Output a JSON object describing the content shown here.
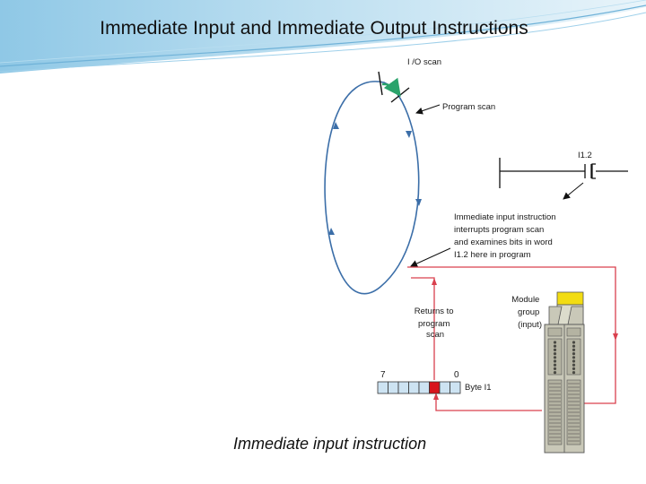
{
  "slide": {
    "title": "Immediate Input and Immediate Output Instructions",
    "caption": "Immediate input instruction"
  },
  "diagram": {
    "io_scan_label": "I /O scan",
    "program_scan_label": "Program scan",
    "contact_address": "I1.2",
    "interrupt_text": [
      "Immediate input instruction",
      "interrupts program scan",
      "and examines bits in word",
      "I1.2 here in program"
    ],
    "returns_text": [
      "Returns to",
      "program",
      "scan"
    ],
    "module_text": [
      "Module",
      "group",
      "(input)"
    ],
    "byte_high_bit": "7",
    "byte_low_bit": "0",
    "byte_label": "Byte I1",
    "byte_highlight_bit": 2,
    "colors": {
      "scan_loop": "#3b6ea8",
      "io_arrow": "#2aa36b",
      "signal_path": "#d9404e",
      "byte_cell": "#cde3f2",
      "byte_highlight": "#d8141c",
      "module_body": "#c9c8b8",
      "module_top": "#f2dc12"
    }
  }
}
